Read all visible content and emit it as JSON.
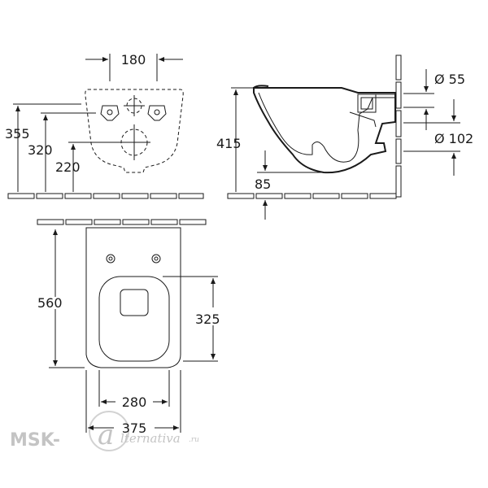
{
  "dimensions": {
    "mount_spacing": "180",
    "height_355": "355",
    "height_320": "320",
    "height_220": "220",
    "total_height": "415",
    "outlet_height": "85",
    "inlet_diameter": "Ø 55",
    "outlet_diameter": "Ø 102",
    "length": "560",
    "seat_length": "325",
    "base_width": "280",
    "total_width": "375"
  },
  "watermark": {
    "prefix": "MSK-",
    "letter": "a",
    "script": "lternativa",
    "suffix": ".ru"
  }
}
